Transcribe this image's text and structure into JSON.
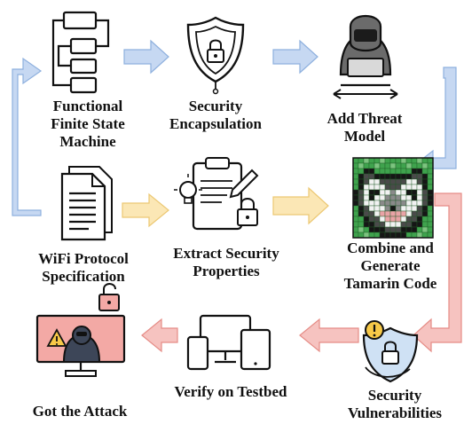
{
  "nodes": {
    "fsm": {
      "label_line1": "Functional",
      "label_line2": "Finite State",
      "label_line3": "Machine",
      "icon": "flowchart-icon"
    },
    "encap": {
      "label_line1": "Security",
      "label_line2": "Encapsulation",
      "icon": "shield-lock-icon"
    },
    "threat": {
      "label_line1": "Add Threat",
      "label_line2": "Model",
      "icon": "hacker-icon"
    },
    "spec": {
      "label_line1": "WiFi Protocol",
      "label_line2": "Specification",
      "icon": "document-icon"
    },
    "extract": {
      "label_line1": "Extract Security",
      "label_line2": "Properties",
      "icon": "clipboard-pen-lock-icon"
    },
    "tamarin": {
      "label_line1": "Combine and",
      "label_line2": "Generate",
      "label_line3": "Tamarin Code",
      "icon": "tamarin-pixel-logo"
    },
    "vuln": {
      "label_line1": "Security",
      "label_line2": "Vulnerabilities",
      "icon": "shield-lock-warning-icon"
    },
    "testbed": {
      "label_line1": "Verify on Testbed",
      "icon": "devices-icon"
    },
    "attack": {
      "label_line1": "Got the Attack",
      "icon": "hacker-monitor-warning-icon"
    }
  },
  "colors": {
    "blue_arrow": "#c6d8f2",
    "blue_arrow_stroke": "#8eb0de",
    "yellow_arrow": "#fbe7b5",
    "yellow_arrow_stroke": "#ecc873",
    "red_arrow": "#f6c3c0",
    "red_arrow_stroke": "#e58c86"
  }
}
